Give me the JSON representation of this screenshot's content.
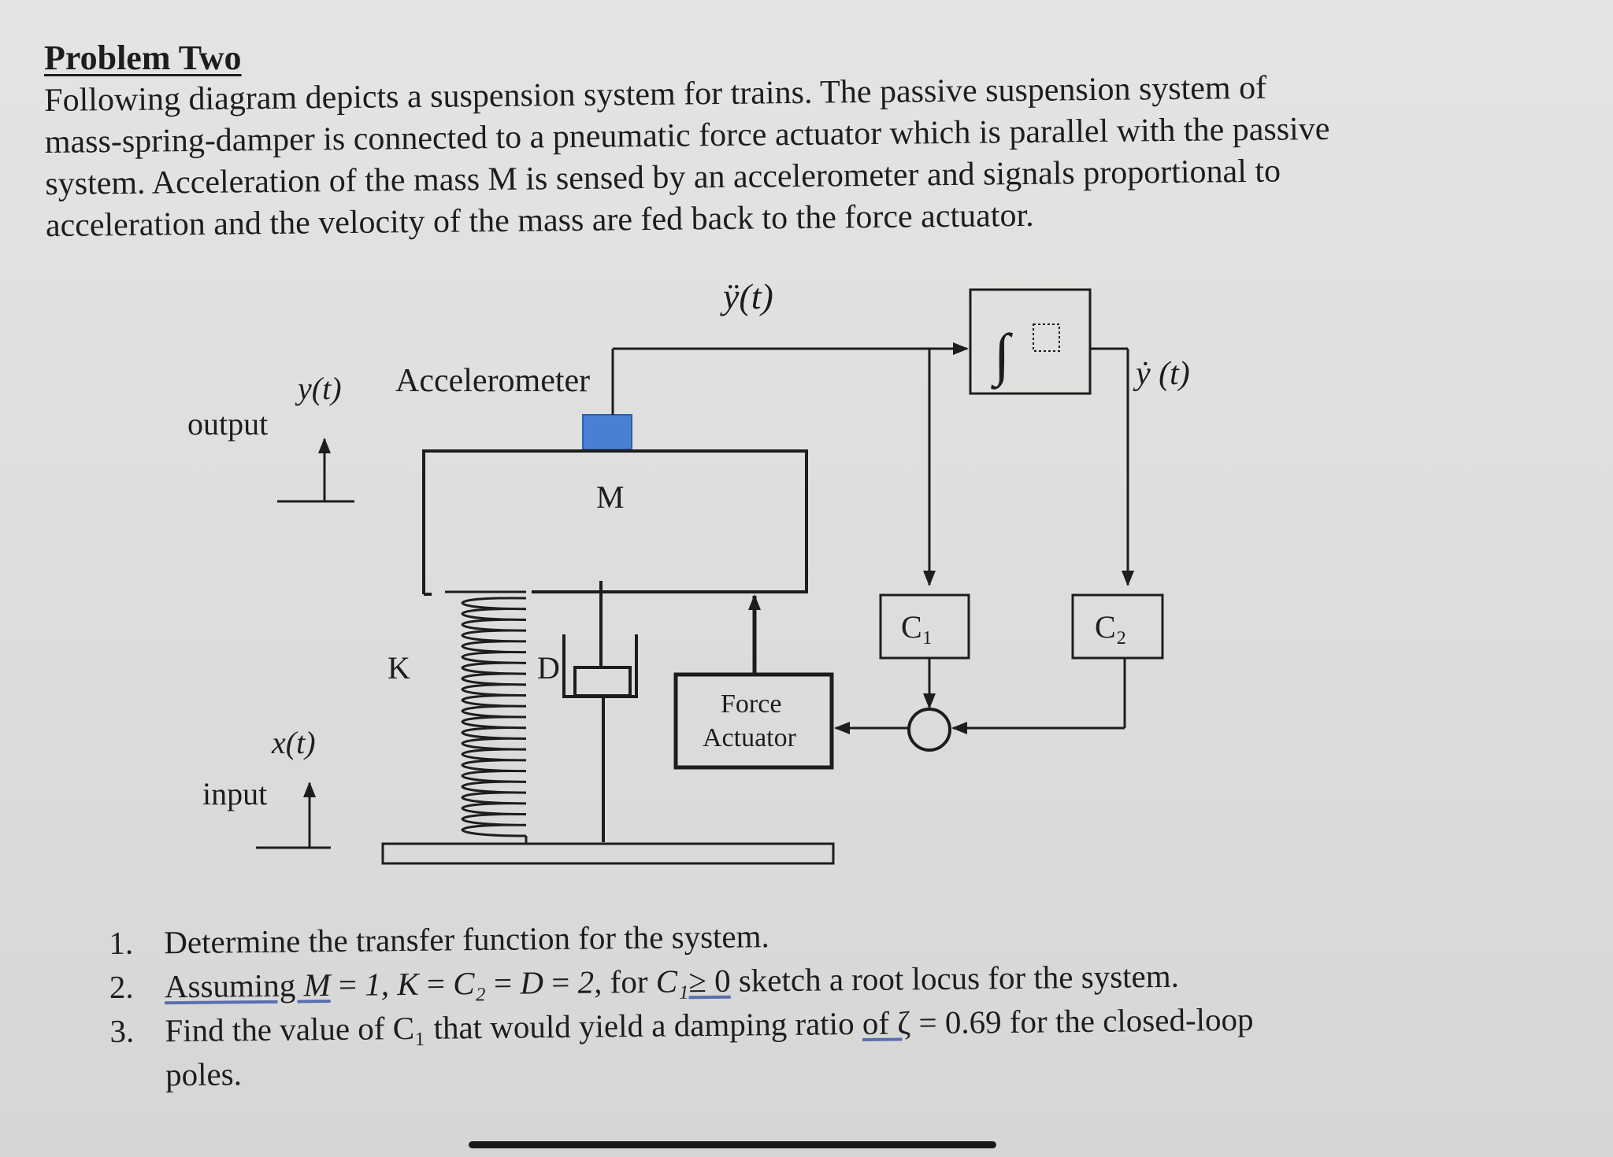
{
  "title": "Problem Two",
  "intro_lines": [
    "Following diagram depicts a suspension system for trains. The passive suspension system of",
    "mass-spring-damper is connected to a pneumatic force actuator which is parallel with the passive",
    "system. Acceleration of the mass M is sensed by an accelerometer and signals proportional to",
    "acceleration and the velocity of the mass are fed back to the force actuator."
  ],
  "diagram": {
    "accel_signal": "ÿ(t)",
    "velocity_signal": "ẏ (t)",
    "accelerometer_label": "Accelerometer",
    "output_label": "output",
    "output_var": "y(t)",
    "input_label": "input",
    "input_var": "x(t)",
    "mass_label": "M",
    "spring_label": "K",
    "damper_label": "D",
    "actuator_line1": "Force",
    "actuator_line2": "Actuator",
    "gain1_label": "C₁",
    "gain2_label": "C₂",
    "integrator_symbol": "∫"
  },
  "questions": [
    {
      "num": "1.",
      "text": "Determine the transfer function for the system."
    },
    {
      "num": "2.",
      "parts": [
        "Assuming ",
        "M",
        " = ",
        "1, K",
        " = ",
        "C₂",
        " = ",
        "D",
        " = ",
        "2,",
        " for ",
        "C₁",
        "≥ 0",
        " sketch a root locus for the system."
      ]
    },
    {
      "num": "3.",
      "text": "Find the value of C₁ that would yield a damping ratio ",
      "underlined": "of ζ",
      "text_after": " = 0.69 for the closed-loop",
      "continuation": "poles."
    }
  ],
  "colors": {
    "ink": "#1d1d1f",
    "sensor_blue": "#4a7fd4",
    "underline_blue": "#5b6eb0"
  }
}
